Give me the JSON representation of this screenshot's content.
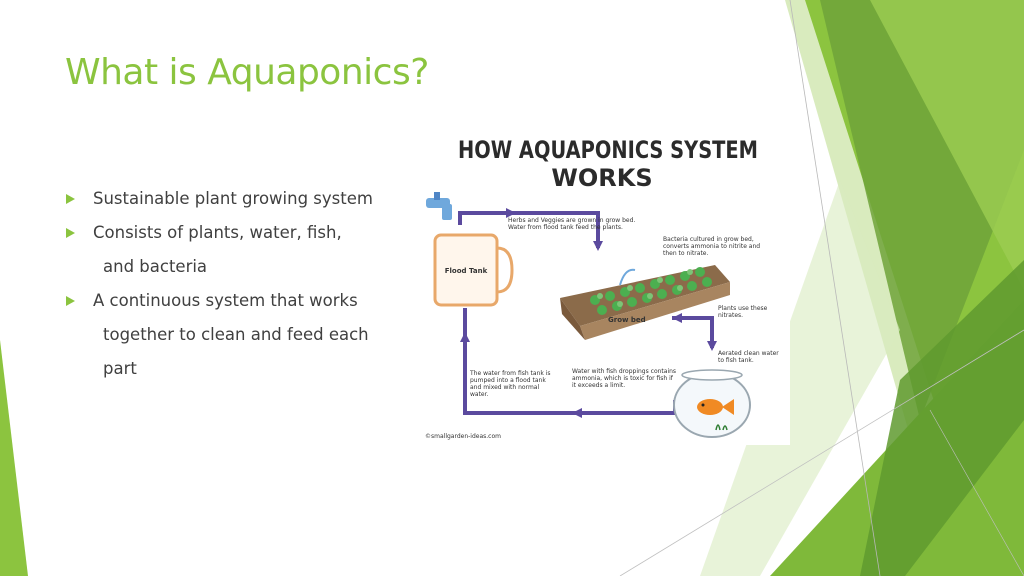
{
  "slide": {
    "title": "What is Aquaponics?",
    "bullets": [
      {
        "lines": [
          "Sustainable plant growing system"
        ]
      },
      {
        "lines": [
          "Consists of plants, water, fish,",
          "and bacteria"
        ]
      },
      {
        "lines": [
          "A continuous system that works",
          "together to clean and feed each",
          "part"
        ]
      }
    ]
  },
  "figure": {
    "title_line1": "HOW AQUAPONICS SYSTEM",
    "title_line2": "WORKS",
    "flood_tank_label": "Flood Tank",
    "grow_bed_label": "Grow bed",
    "caption_herbs": [
      "Herbs and Veggies are grown in grow bed.",
      "Water from flood tank feed the plants."
    ],
    "caption_bacteria": [
      "Bacteria cultured in grow bed,",
      "converts ammonia to nitrite and",
      "then to nitrate."
    ],
    "caption_plants": [
      "Plants use these",
      "nitrates."
    ],
    "caption_aerated": [
      "Aerated clean water",
      "to fish tank."
    ],
    "caption_droppings": [
      "Water with fish droppings contains",
      "ammonia, which is toxic for fish if",
      "it exceeds a limit."
    ],
    "caption_pumped": [
      "The water from fish tank is",
      "pumped into a flood tank",
      "and mixed with normal",
      "water."
    ],
    "credit": "©smallgarden-ideas.com"
  },
  "colors": {
    "accent": "#8bc43f",
    "text": "#404040",
    "pipe": "#5b4a9e",
    "tank": "#e8a86a",
    "fish": "#f08a24"
  }
}
